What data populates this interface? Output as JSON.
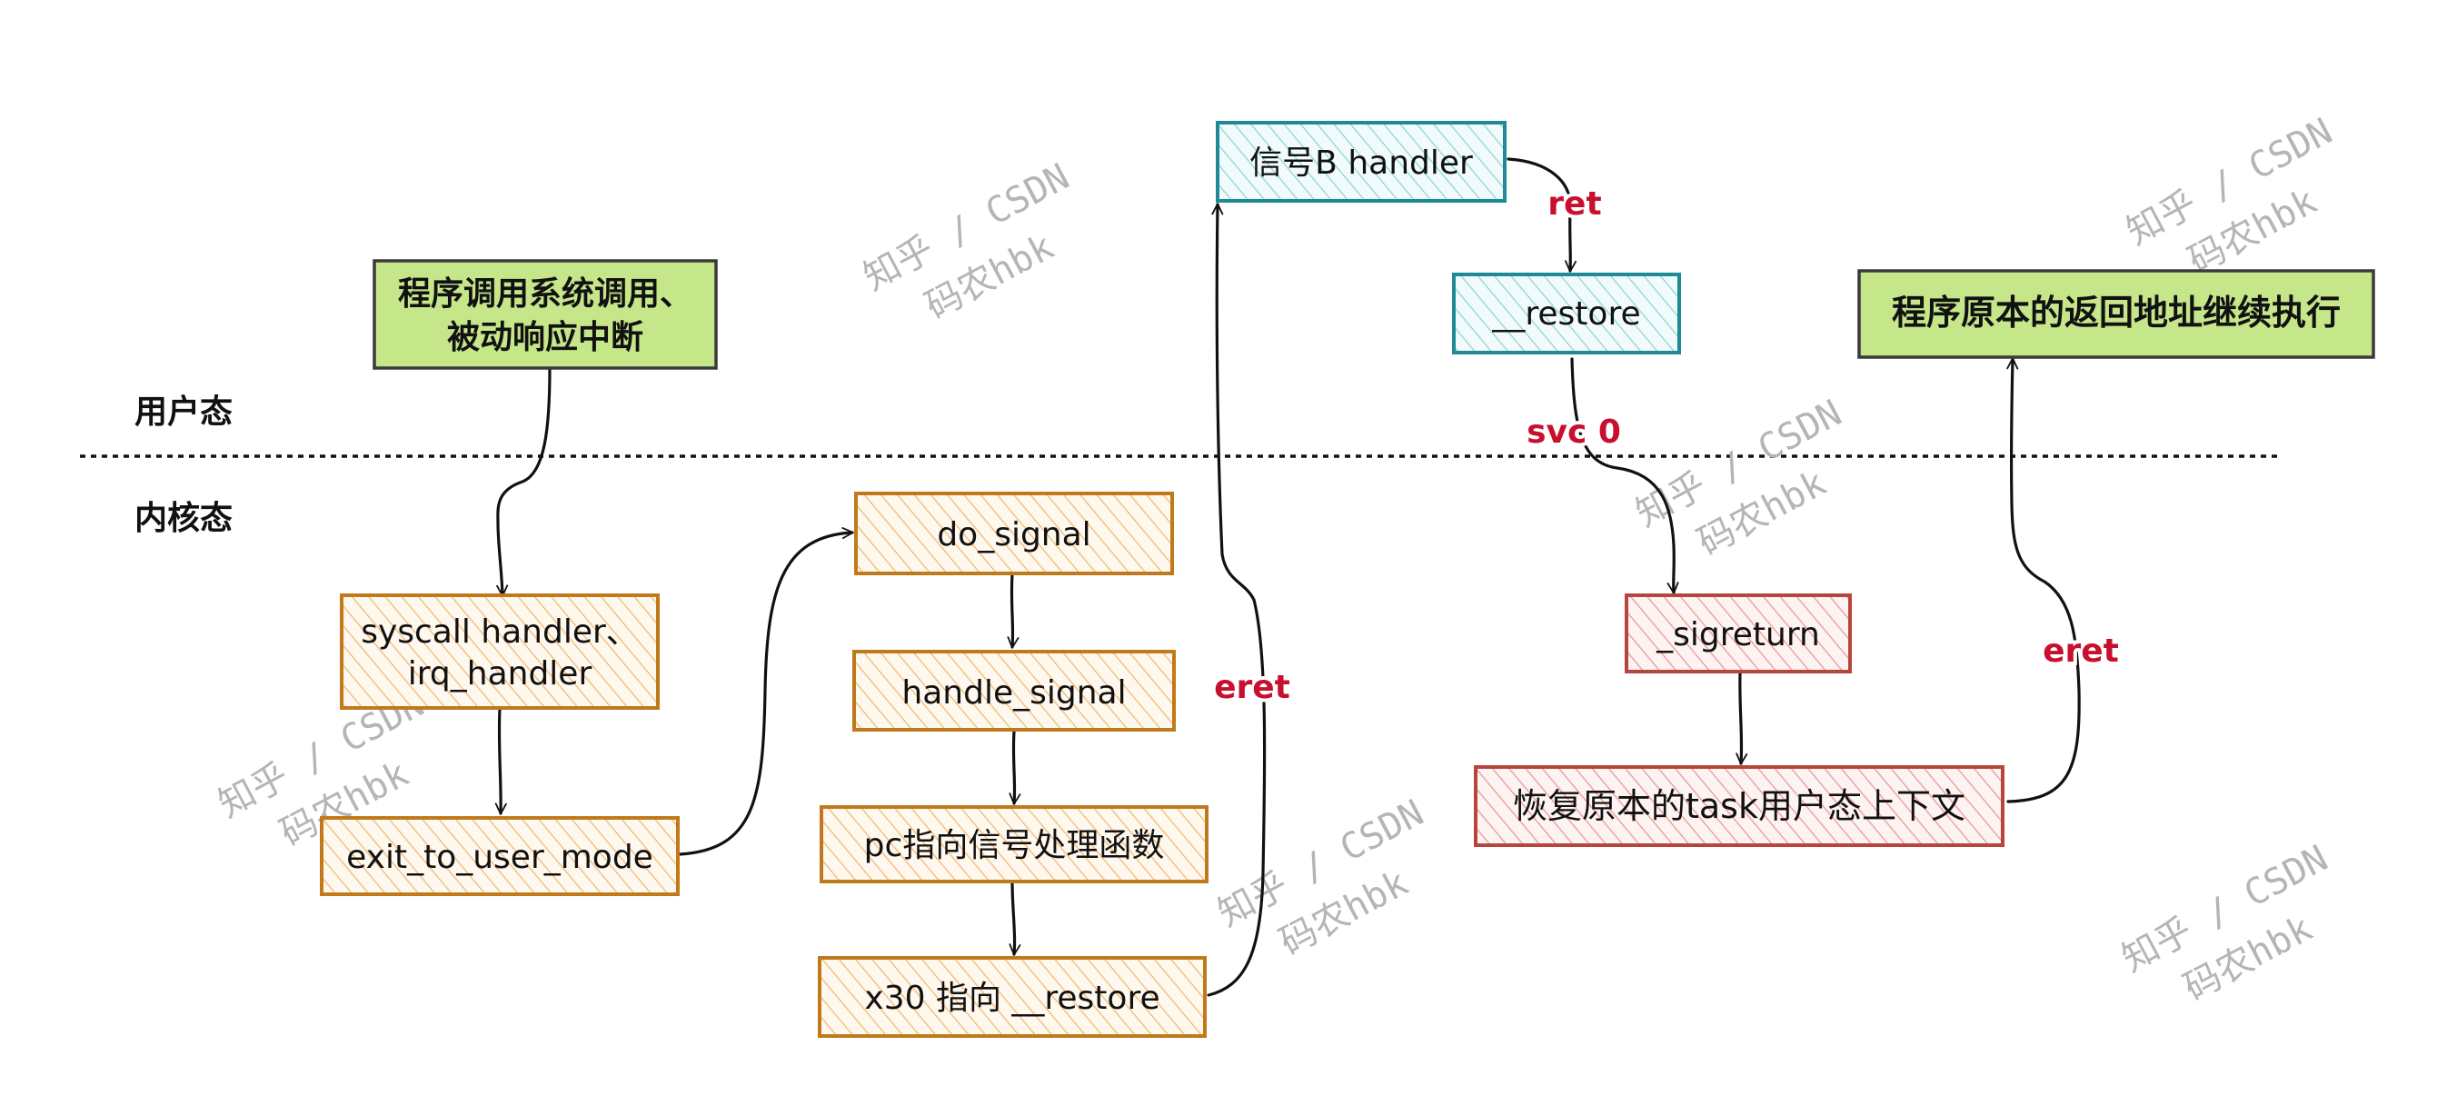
{
  "zones": {
    "user": "用户态",
    "kernel": "内核态"
  },
  "nodes": {
    "start": "程序调用系统调用、\n被动响应中断",
    "syscall": "syscall handler、\nirq_handler",
    "exit_user": "exit_to_user_mode",
    "do_signal": "do_signal",
    "handle_signal": "handle_signal",
    "pc_point": "pc指向信号处理函数",
    "x30_point": "x30 指向 __restore",
    "handler_b": "信号B handler",
    "restore": "__restore",
    "sigreturn": "_sigreturn",
    "restore_ctx": "恢复原本的task用户态上下文",
    "continue": "程序原本的返回地址继续执行"
  },
  "edge_labels": {
    "eret_1": "eret",
    "ret": "ret",
    "svc": "svc 0",
    "eret_2": "eret"
  },
  "watermark": {
    "line1": "知乎 / CSDN",
    "line2": "码农hbk"
  },
  "colors": {
    "orange_stroke": "#c07a1c",
    "orange_hatch": "#f3c88a",
    "teal_stroke": "#1d8a95",
    "teal_hatch": "#9fd7dc",
    "red_stroke": "#b8453d",
    "red_hatch": "#eaa7a0",
    "green_fill": "#c6e68a",
    "green_stroke": "#3a3a3a",
    "label_red": "#c8102e",
    "watermark": "#b5b5b5"
  }
}
